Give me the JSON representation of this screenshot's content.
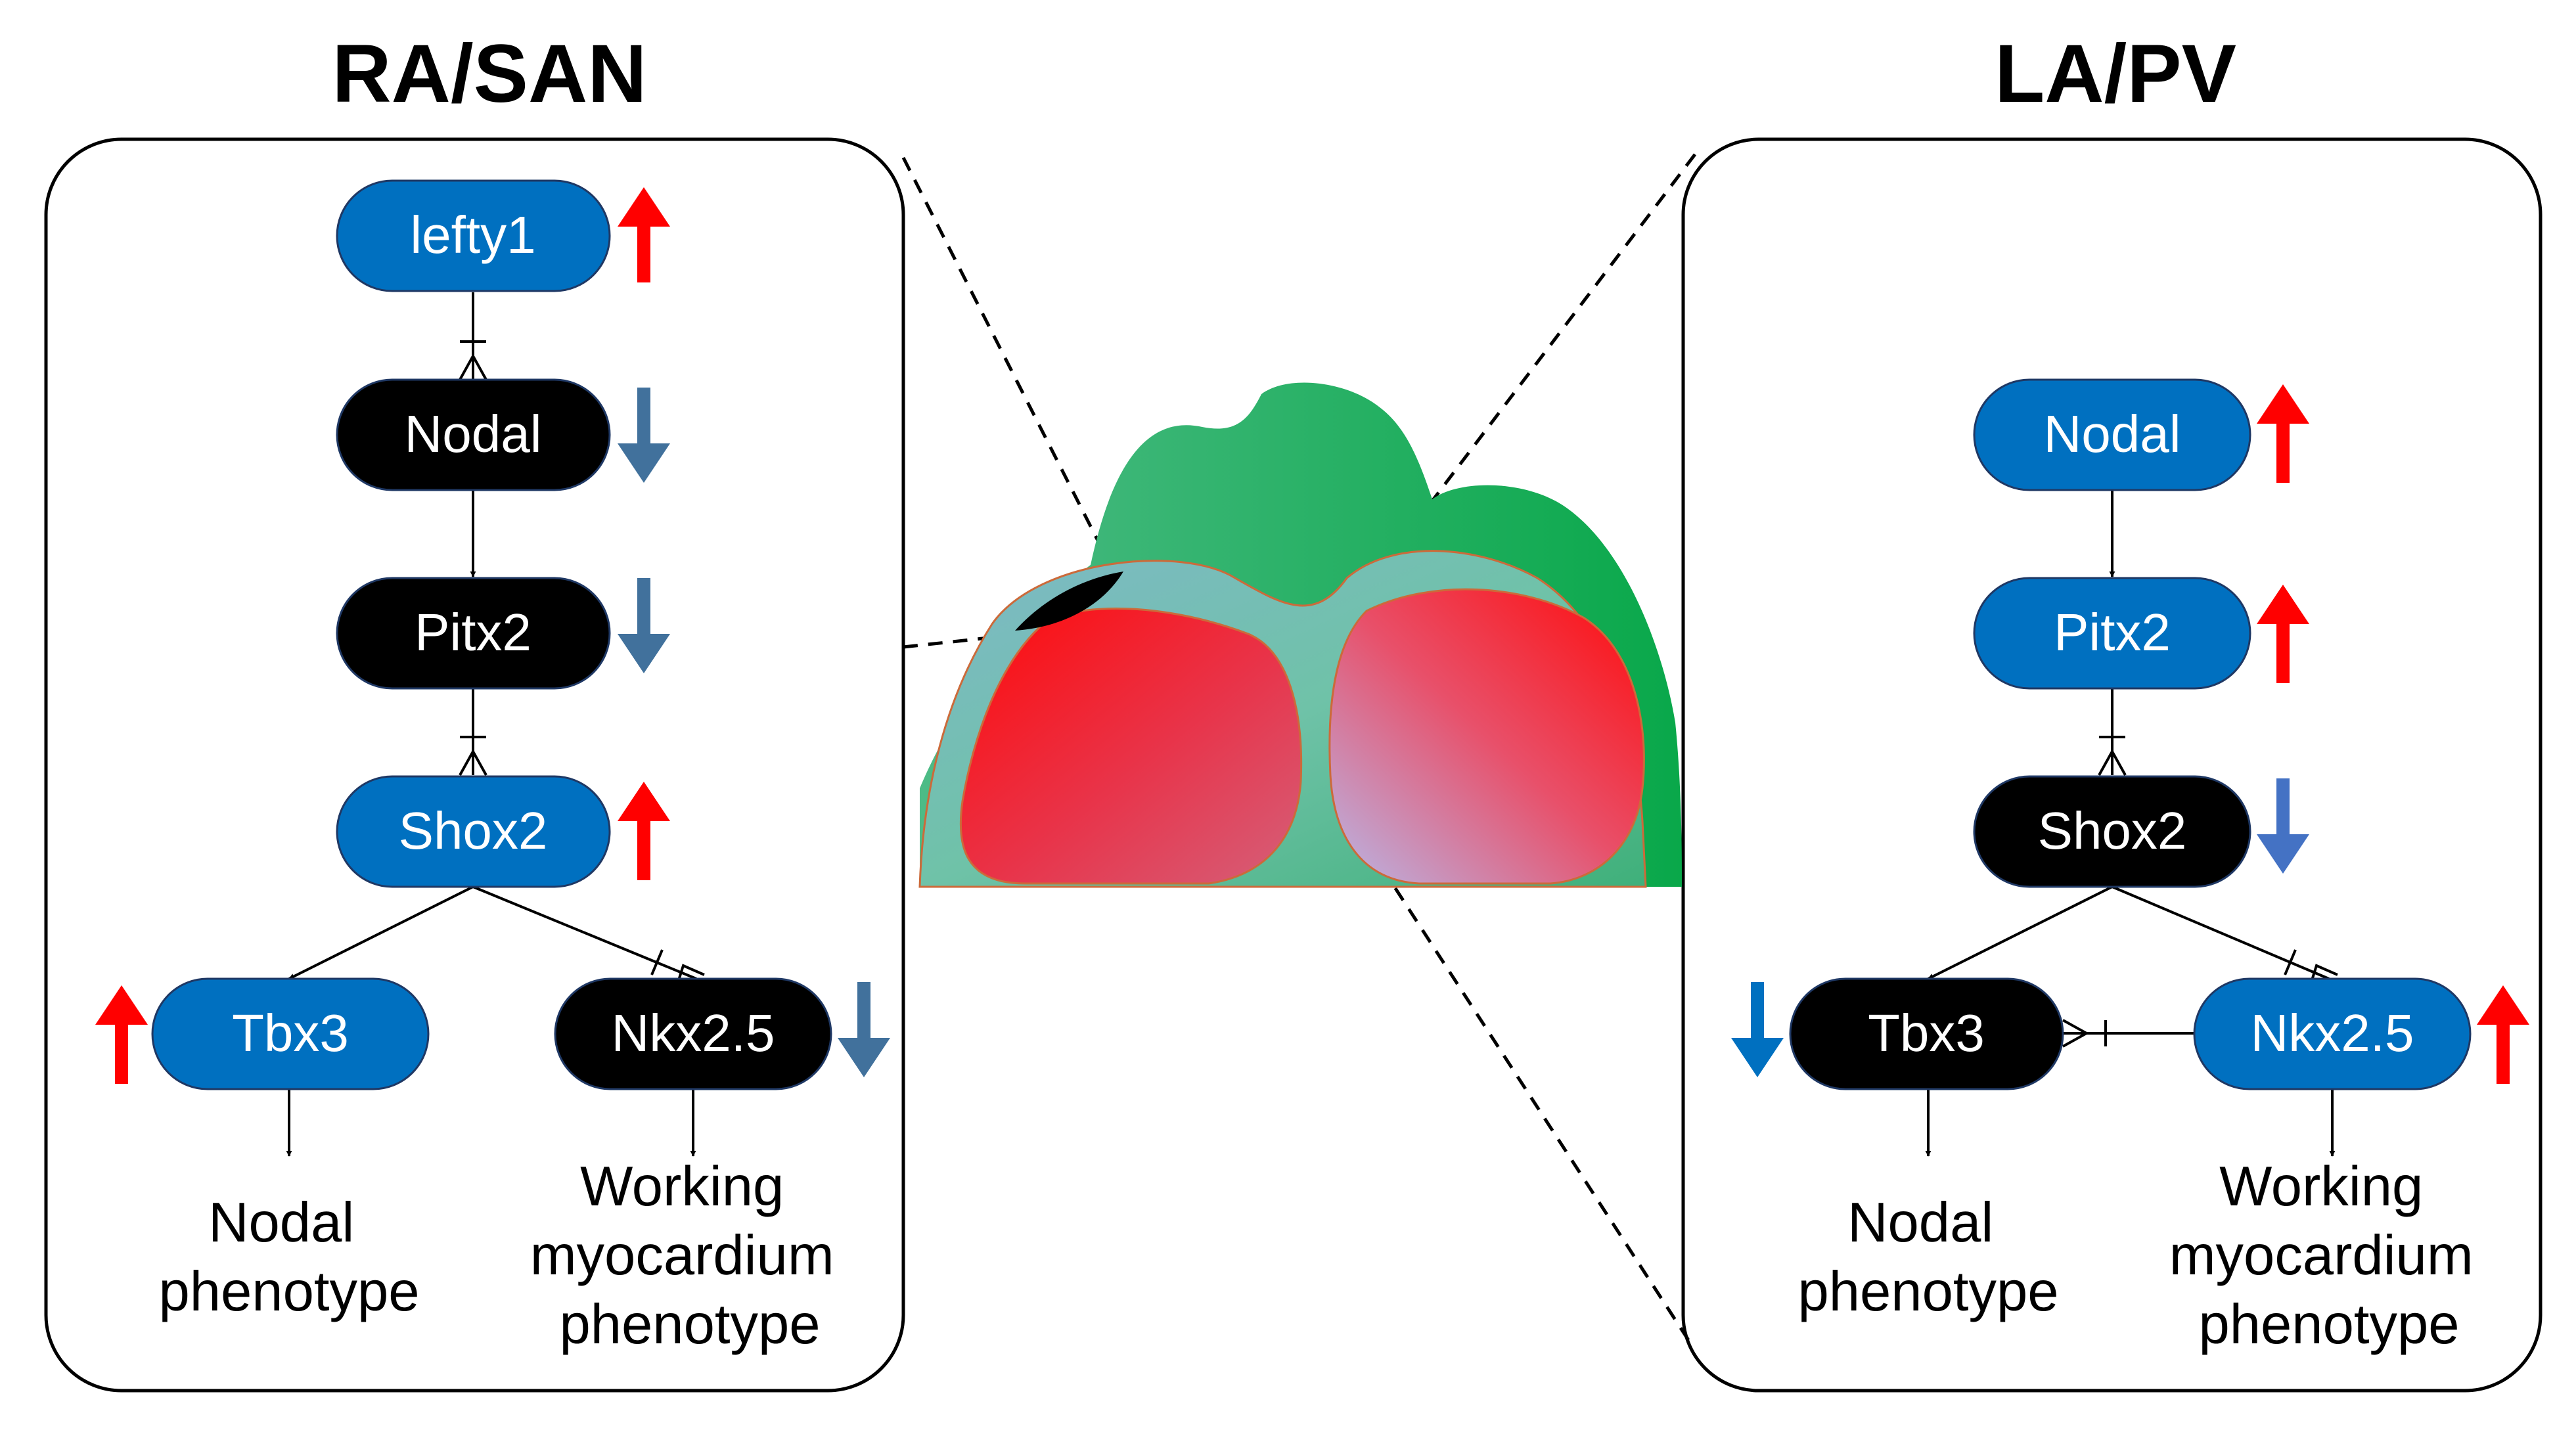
{
  "colors": {
    "node_up": "#0070C0",
    "node_down": "#000000",
    "arrow_up": "#FF0000",
    "arrow_down_left": "#41719C",
    "arrow_down_right": "#4472C4",
    "heart_green": "#2EB06A",
    "heart_red": "#FF1A1A"
  },
  "panels": {
    "left": {
      "title": "RA/SAN",
      "nodes": {
        "lefty1": "lefty1",
        "nodal": "Nodal",
        "pitx2": "Pitx2",
        "shox2": "Shox2",
        "tbx3": "Tbx3",
        "nkx25": "Nkx2.5"
      },
      "phenotypes": {
        "nodal": [
          "Nodal",
          "phenotype"
        ],
        "working": [
          "Working",
          "myocardium",
          "phenotype"
        ]
      }
    },
    "right": {
      "title": "LA/PV",
      "nodes": {
        "nodal": "Nodal",
        "pitx2": "Pitx2",
        "shox2": "Shox2",
        "tbx3": "Tbx3",
        "nkx25": "Nkx2.5"
      },
      "phenotypes": {
        "nodal": [
          "Nodal",
          "phenotype"
        ],
        "working": [
          "Working",
          "myocardium",
          "phenotype"
        ]
      }
    }
  }
}
